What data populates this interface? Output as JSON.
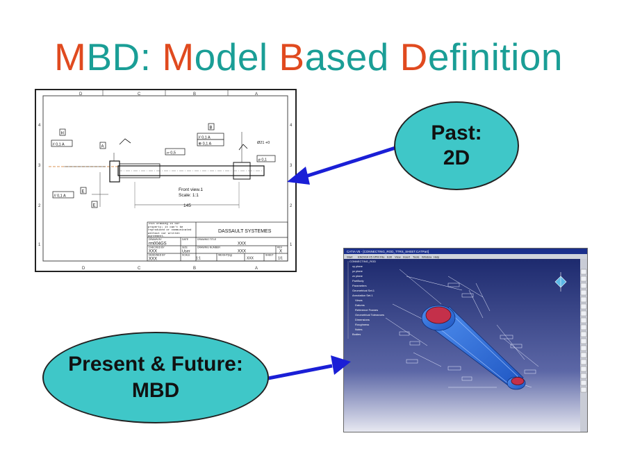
{
  "slide": {
    "title_parts": [
      "M",
      "BD: ",
      "M",
      "odel ",
      "B",
      "ased ",
      "D",
      "efinition"
    ]
  },
  "drawing": {
    "border_letters_top": [
      "D",
      "C",
      "B",
      "A"
    ],
    "border_letters_bottom": [
      "D",
      "C",
      "B",
      "A"
    ],
    "border_numbers": [
      "4",
      "3",
      "2",
      "1"
    ],
    "view_label": "Front view.1",
    "scale_label": "Scale:  1:1",
    "dimension_length": "145",
    "datum_labels": [
      "H",
      "A",
      "B",
      "E",
      "E"
    ],
    "tolerance_labels": [
      "// 0,1 A",
      "// 0,1 A",
      "⊕ 0,1 A",
      "▱ 0,5",
      "⌀ 0,1",
      "// 0,1 A",
      "Ø21 +0"
    ],
    "title_block": {
      "note": "This drawing is our property; it can't be reproduced or communicated without our written agreement.",
      "company": "DASSAULT SYSTEMES",
      "drawn_by_label": "DRAWN BY",
      "drawn_by": "rm004GS",
      "date_label": "DATE",
      "drawing_title_label": "DRAWING TITLE",
      "drawing_title": "XXX",
      "checked_by_label": "CHECKED BY",
      "checked_by": "XXX",
      "size_label": "SIZE",
      "size": "User",
      "drawing_number_label": "DRAWING NUMBER",
      "drawing_number": "XXX",
      "rev_label": "REV",
      "rev": "X",
      "designed_by_label": "DESIGNED BY",
      "designed_by": "XXX",
      "scale_label": "SCALE",
      "scale": "1:1",
      "weight_label": "WEIGHT(kg)",
      "weight": "XXX",
      "sheet_label": "SHEET",
      "sheet": "1/1"
    }
  },
  "screen": {
    "window_title": "CATIA V5 - [CONNECTING_ROD_TTRS_SHEET.CATPart]",
    "menu_items": [
      "Start",
      "ENOVIA V5 VPM",
      "File",
      "Edit",
      "View",
      "Insert",
      "Tools",
      "Window",
      "Help"
    ],
    "tree_items": [
      "CONNECTING_ROD",
      "xy plane",
      "yz plane",
      "zx plane",
      "PartBody",
      "Parameters",
      "Geometrical Set.1",
      "Annotation Set.1",
      "Views",
      "Datums",
      "Reference Frames",
      "Geometrical Tolerances",
      "Dimensions",
      "Roughness",
      "Notes",
      "Bodies"
    ]
  },
  "bubbles": {
    "past": [
      "Past:",
      "2D"
    ],
    "present": [
      "Present & Future:",
      "MBD"
    ]
  },
  "colors": {
    "title_teal": "#1a9e96",
    "title_orange": "#e04a1f",
    "bubble_fill": "#3fc7c8",
    "arrow_blue": "#1a1fd6",
    "part_blue": "#2a6fd8",
    "part_red": "#c4304a"
  }
}
